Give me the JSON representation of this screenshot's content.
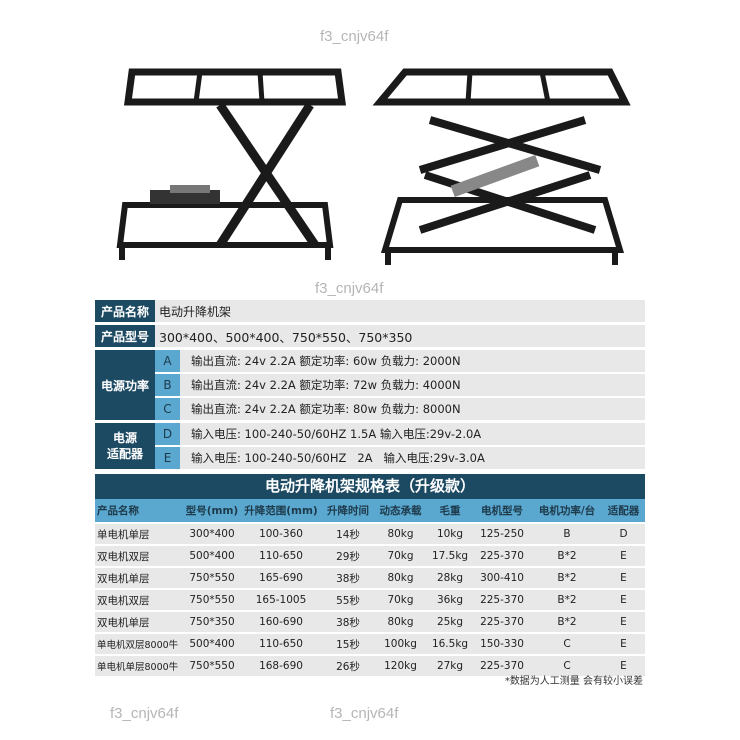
{
  "watermark": "f3_cnjv64f",
  "spec": {
    "name_label": "产品名称",
    "name_value": "电动升降机架",
    "model_label": "产品型号",
    "model_value": "300*400、500*400、750*550、750*350",
    "power_label": "电源功率",
    "power": [
      {
        "letter": "A",
        "text": "输出直流: 24v  2.2A  额定功率: 60w   负载力: 2000N"
      },
      {
        "letter": "B",
        "text": "输出直流: 24v  2.2A  额定功率: 72w   负载力: 4000N"
      },
      {
        "letter": "C",
        "text": "输出直流: 24v  2.2A  额定功率: 80w   负载力: 8000N"
      }
    ],
    "adapter_label_1": "电源",
    "adapter_label_2": "适配器",
    "adapter": [
      {
        "letter": "D",
        "text": "输入电压: 100-240-50/60HZ 1.5A 输入电压:29v-2.0A"
      },
      {
        "letter": "E",
        "text": "输入电压: 100-240-50/60HZ   2A   输入电压:29v-3.0A"
      }
    ]
  },
  "table": {
    "title": "电动升降机架规格表（升级款）",
    "headers": [
      "产品名称",
      "型号(mm)",
      "升降范围(mm)",
      "升降时间",
      "动态承载",
      "毛重",
      "电机型号",
      "电机功率/台",
      "适配器"
    ],
    "rows": [
      [
        "单电机单层",
        "300*400",
        "100-360",
        "14秒",
        "80kg",
        "10kg",
        "125-250",
        "B",
        "D"
      ],
      [
        "双电机双层",
        "500*400",
        "110-650",
        "29秒",
        "70kg",
        "17.5kg",
        "225-370",
        "B*2",
        "E"
      ],
      [
        "双电机单层",
        "750*550",
        "165-690",
        "38秒",
        "80kg",
        "28kg",
        "300-410",
        "B*2",
        "E"
      ],
      [
        "双电机双层",
        "750*550",
        "165-1005",
        "55秒",
        "70kg",
        "36kg",
        "225-370",
        "B*2",
        "E"
      ],
      [
        "双电机单层",
        "750*350",
        "160-690",
        "38秒",
        "80kg",
        "25kg",
        "225-370",
        "B*2",
        "E"
      ],
      [
        "单电机双层8000牛",
        "500*400",
        "110-650",
        "15秒",
        "100kg",
        "16.5kg",
        "150-330",
        "C",
        "E"
      ],
      [
        "单电机单层8000牛",
        "750*550",
        "168-690",
        "26秒",
        "120kg",
        "27kg",
        "225-370",
        "C",
        "E"
      ]
    ],
    "note": "*数据为人工测量 会有较小误差"
  }
}
